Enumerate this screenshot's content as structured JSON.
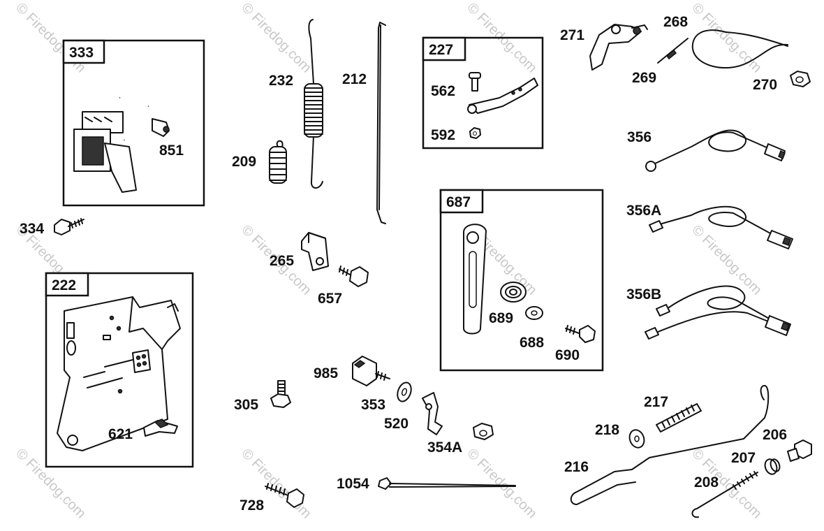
{
  "watermark": {
    "text": "© Firedog.com"
  },
  "groups": [
    {
      "id": "333",
      "children": [
        "851"
      ]
    },
    {
      "id": "222",
      "children": [
        "621"
      ]
    },
    {
      "id": "227",
      "children": [
        "562",
        "592"
      ]
    },
    {
      "id": "687",
      "children": [
        "689",
        "688",
        "690"
      ]
    }
  ],
  "labels": {
    "p333": "333",
    "p851": "851",
    "p334": "334",
    "p222": "222",
    "p621": "621",
    "p232": "232",
    "p212": "212",
    "p209": "209",
    "p227": "227",
    "p562": "562",
    "p592": "592",
    "p271": "271",
    "p268": "268",
    "p269": "269",
    "p270": "270",
    "p356": "356",
    "p356A": "356A",
    "p356B": "356B",
    "p265": "265",
    "p657": "657",
    "p687": "687",
    "p689": "689",
    "p688": "688",
    "p690": "690",
    "p985": "985",
    "p305": "305",
    "p353": "353",
    "p520": "520",
    "p354A": "354A",
    "p217": "217",
    "p218": "218",
    "p206": "206",
    "p207": "207",
    "p216": "216",
    "p208": "208",
    "p1054": "1054",
    "p728": "728"
  }
}
